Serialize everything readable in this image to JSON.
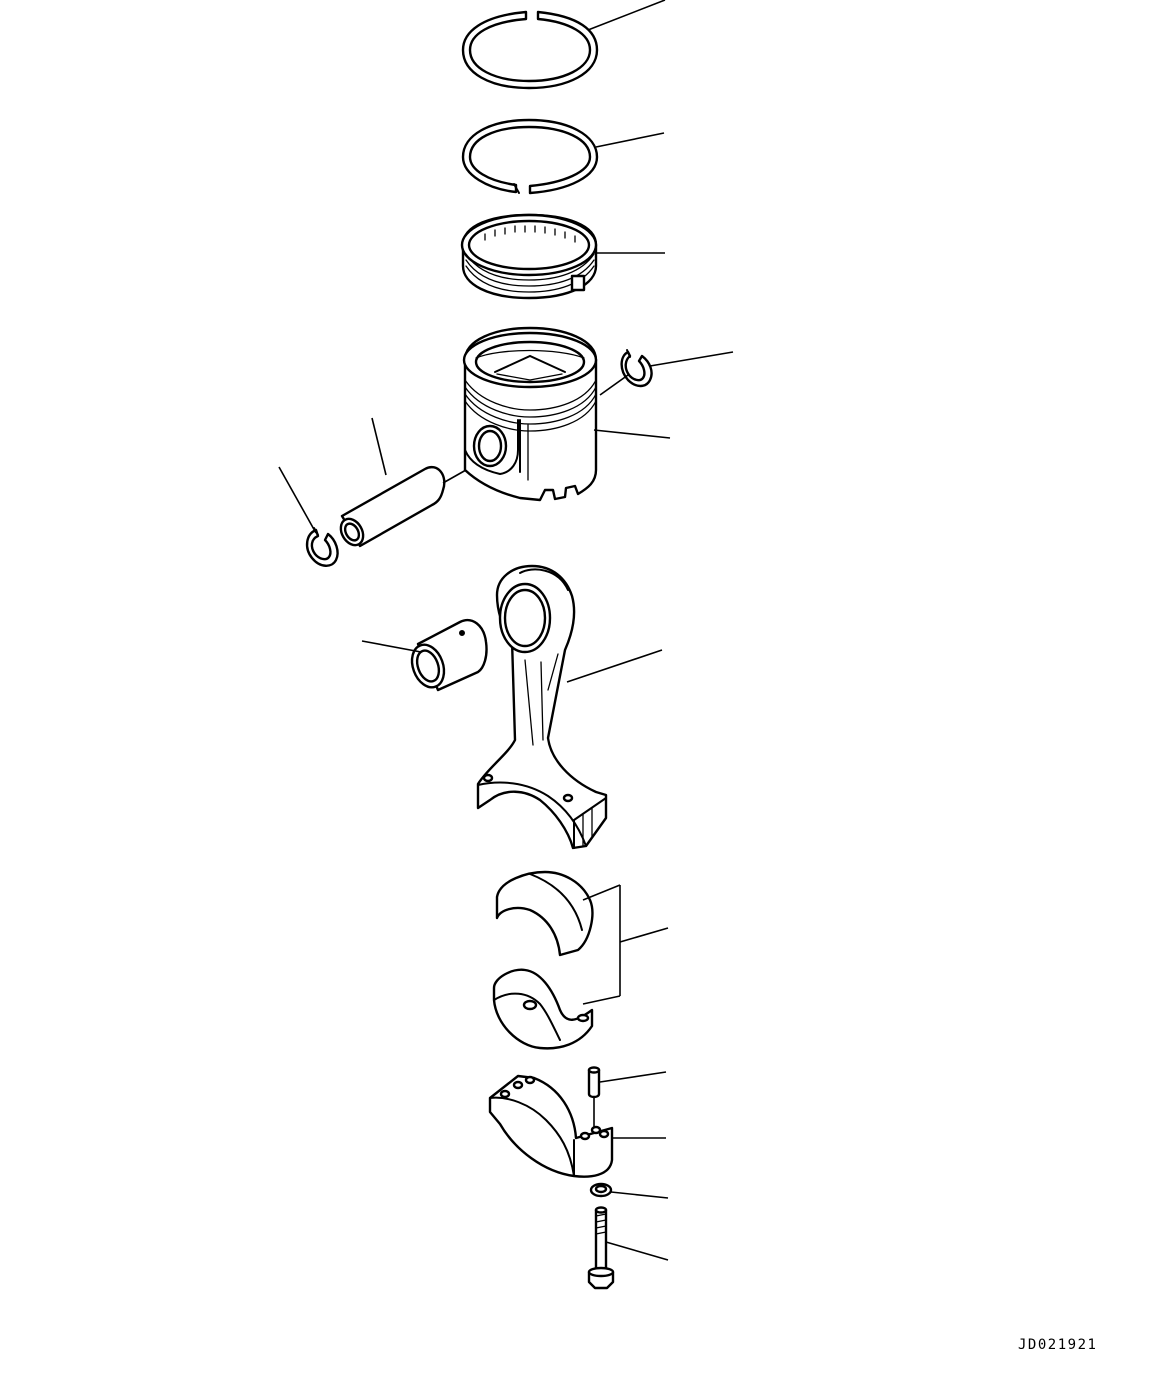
{
  "diagram": {
    "drawing_code": "JD021921",
    "parts": [
      {
        "name": "top-compression-ring"
      },
      {
        "name": "second-compression-ring"
      },
      {
        "name": "oil-control-ring"
      },
      {
        "name": "piston"
      },
      {
        "name": "piston-pin-snap-ring-right"
      },
      {
        "name": "piston-pin"
      },
      {
        "name": "piston-pin-snap-ring-left"
      },
      {
        "name": "small-end-bushing"
      },
      {
        "name": "connecting-rod"
      },
      {
        "name": "connecting-rod-bearing-set"
      },
      {
        "name": "connecting-rod-cap"
      },
      {
        "name": "dowel-pin"
      },
      {
        "name": "washer"
      },
      {
        "name": "connecting-rod-bolt"
      }
    ]
  }
}
